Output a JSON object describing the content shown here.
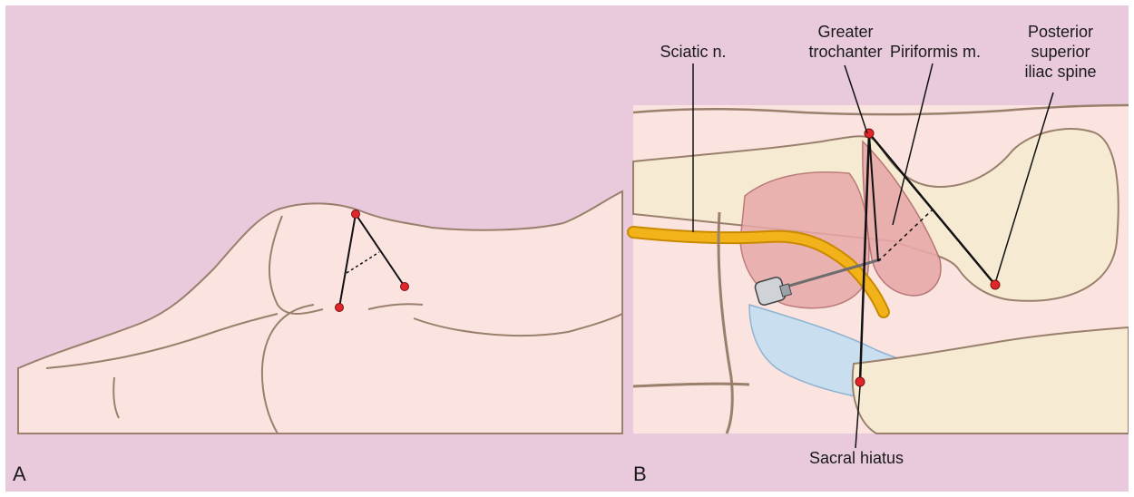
{
  "panels": {
    "a": {
      "letter": "A"
    },
    "b": {
      "letter": "B"
    }
  },
  "labels": {
    "sciatic": "Sciatic n.",
    "greater_trochanter": "Greater\ntrochanter",
    "piriformis": "Piriformis m.",
    "psis": "Posterior\nsuperior\niliac spine",
    "sacral_hiatus": "Sacral hiatus"
  },
  "colors": {
    "background": "#e8cadc",
    "skin": "#fbe4e0",
    "outline": "#9a7f6c",
    "landmark": "#e0262b",
    "nerve": "#f2b21a",
    "muscle": "#e8a9a9",
    "ligament": "#c9dff0",
    "bone": "#f6ead2"
  }
}
